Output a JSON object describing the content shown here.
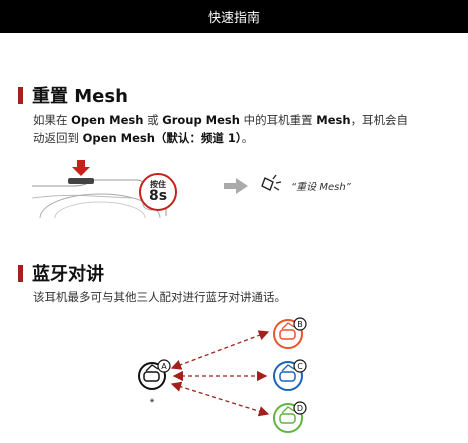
{
  "header": {
    "title": "快速指南"
  },
  "reset_mesh": {
    "title": "重置 Mesh",
    "body_parts": [
      "如果在 ",
      "Open Mesh",
      " 或 ",
      "Group Mesh",
      " 中的耳机重置 ",
      "Mesh",
      "，耳机会自",
      "动返回到 ",
      "Open Mesh（默认：频道 1）",
      "。"
    ],
    "hold_label": "按住",
    "hold_time": "8s",
    "voice_prompt": "“重设 Mesh”"
  },
  "bt_intercom": {
    "title": "蓝牙对讲",
    "body": "该耳机最多可与其他三人配对进行蓝牙对讲通话。",
    "headsets": [
      {
        "letter": "A",
        "color": "#111111"
      },
      {
        "letter": "B",
        "color": "#e8542c"
      },
      {
        "letter": "C",
        "color": "#1a63b8"
      },
      {
        "letter": "D",
        "color": "#5fb33e"
      }
    ],
    "colors": {
      "accent": "#a3201c",
      "arrow": "#a3201c"
    }
  }
}
